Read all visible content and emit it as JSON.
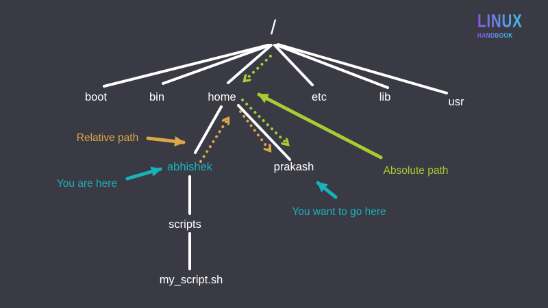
{
  "logo": {
    "line1": "LINUX",
    "line2": "HANDBOOK"
  },
  "nodes": {
    "root": "/",
    "boot": "boot",
    "bin": "bin",
    "home": "home",
    "etc": "etc",
    "lib": "lib",
    "usr": "usr",
    "abhishek": "abhishek",
    "prakash": "prakash",
    "scripts": "scripts",
    "my_script_sh": "my_script.sh"
  },
  "annotations": {
    "relative_path": "Relative path",
    "you_are_here": "You are here",
    "absolute_path": "Absolute path",
    "you_want_to_go_here": "You want to go here"
  },
  "structure": {
    "root": "/",
    "root_children": [
      "boot",
      "bin",
      "home",
      "etc",
      "lib",
      "usr"
    ],
    "home_children": [
      "abhishek",
      "prakash"
    ],
    "abhishek_children": [
      "scripts"
    ],
    "scripts_children": [
      "my_script.sh"
    ],
    "relative_path_route": [
      "abhishek",
      "home",
      "prakash"
    ],
    "absolute_path_route": [
      "/",
      "home",
      "prakash"
    ],
    "current_location": "abhishek",
    "destination": "prakash"
  },
  "colors": {
    "bg": "#3a3a44",
    "white": "#ffffff",
    "teal": "#17b3bb",
    "orange": "#dba849",
    "green": "#a7cd32",
    "logo_purple": "#8a56ec",
    "logo_cyan": "#3ec3e6"
  }
}
